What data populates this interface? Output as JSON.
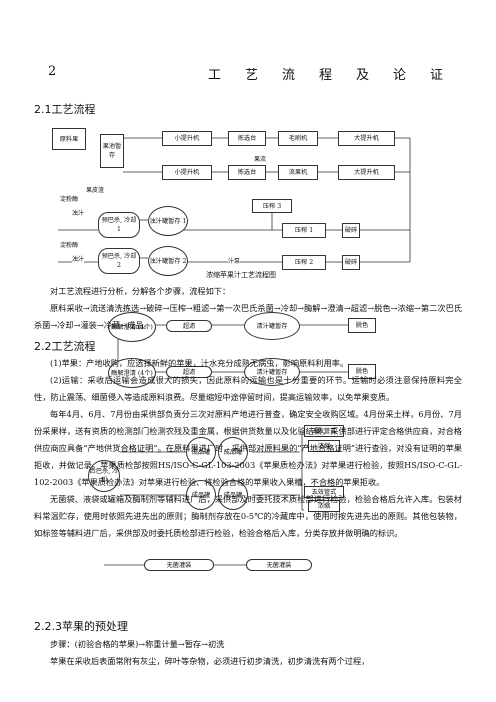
{
  "chapter": {
    "number": "2",
    "title": "工艺流程及论证"
  },
  "sections": {
    "s21": "2.1工艺流程",
    "s22": "2.2工艺流程",
    "s223": "2.2.3苹果的预处理"
  },
  "flowchart": {
    "caption": "浓缩苹果汁工艺流程图",
    "nodes": {
      "raw": "原料果",
      "water_store": "果池暂存",
      "lift1": "小提升机",
      "pick1": "拣选台",
      "brush": "毛刷机",
      "lift_big1": "大提升机",
      "lift2": "小提升机",
      "pick2": "拣选台",
      "wash": "流果机",
      "lift_big2": "大提升机",
      "press_pump": "压榨 3",
      "press1": "压榨 1",
      "press2": "压榨 2",
      "crush1": "破碎",
      "crush2": "破碎",
      "pre1": "预巴杀, 冷却 1",
      "pre2": "预巴杀, 冷却 2",
      "tank1": "浊汁罐暂存 1",
      "tank2": "浊汁罐暂存 2",
      "enzyme1": "酶解澄清 (4个)",
      "enzyme2": "酶解澄清 (4个)",
      "uf1": "超滤",
      "uf2": "超滤",
      "clear1": "清汁罐暂存",
      "clear2": "清汁罐暂存",
      "decolor1": "脱色",
      "decolor2": "脱色",
      "post": "后巴杀, 冷却",
      "product1": "成品罐",
      "product2": "成品罐",
      "product3": "成品罐",
      "product4": "成品罐",
      "evap1": "五效管式",
      "evap2": "五效管式",
      "conc1": "浓缩",
      "conc2": "浓缩",
      "asep1": "无菌灌装",
      "asep2": "无菌灌装"
    },
    "labels": {
      "fruit_mud": "果皮渣",
      "residue1": "淀粉酶",
      "juice1": "浊汁",
      "residue2": "淀粉酶",
      "juice2": "浊汁",
      "flow": "果流",
      "pump": "汁泵"
    }
  },
  "paragraphs": [
    "对工艺流程进行分析，分解各个步骤，流程如下：",
    "原料采收→流送清洗拣选→破碎→压榨→粗滤→第一次巴氏杀菌→冷却→酶解→澄清→超滤→脱色→浓缩→第二次巴氏杀菌→冷却→灌装→冷藏→成品。",
    "(1)苹果：产地收购，应选择新鲜的苹果，汁水充分成熟无病虫，影响原料利用率。",
    "(2)运输：采收后运输会造成很大的损失，因此原料的运输也是十分重要的环节。运输时必须注意保持原料完全性，防止震荡、细菌侵入等造成原料浪费。尽量缩短中途停留时间，提高运输效率，以免苹果变质。",
    "每年4月、6月、7月份由采供部负责分三次对原料产地进行普查，确定安全收购区域。4月份采土样，6月份、7月份采果样，送有资质的检测部门检测农残及重金属，根据供货数量以及化验结果，采供部进行评定合格供应商，对合格供应商应具备“产地供货合格证明”。在原料果进厂时，采供部对原料果的“产地合格证明”进行查验，对没有证明的苹果拒收，并做记录。苹果质检部按照HS/ISO-C-GL-103-2003《苹果质检办法》对苹果进行检验，按照HS/ISO-C-GL-102-2003《苹果质检办法》对苹果进行检验、将检验合格的苹果收入果槽，不合格的苹果拒收。",
    "无菌袋、液袋或罐箱及酶制剂等辅料进厂后，采供部及时委托技术质检部进行检验，检验合格后允许入库。包装材料常温贮存，使用时依照先进先出的原则；酶制剂存放在0-5℃的冷藏库中，使用时按先进先出的原则。其他包装物，如标签等辅料进厂后，采供部及时委托质检部进行检验，检验合格后入库，分类存放并做明确的标识。"
  ],
  "pretreat": {
    "steps": "步骤：(初验合格的苹果)→称重计量→暂存→初洗",
    "text": "苹果在采收后表面常附有灰尘，碎叶等杂物，必须进行初步清洗，初步清洗有两个过程，"
  }
}
